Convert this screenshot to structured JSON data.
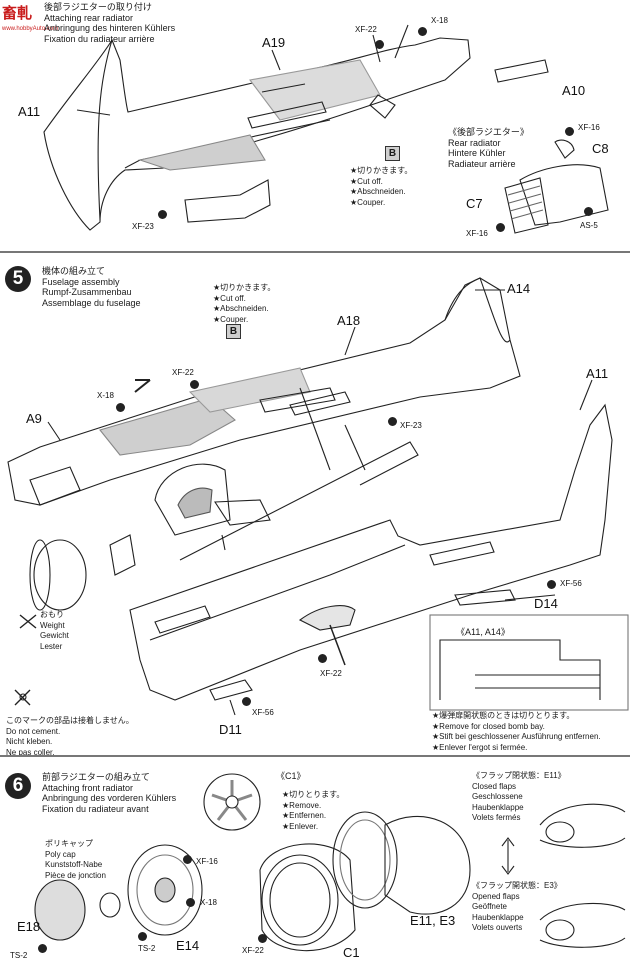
{
  "watermark": {
    "logo": "畜軋",
    "sub": "www.hobbyAuto.com"
  },
  "section_top": {
    "title_lines": [
      "後部ラジエターの取り付け",
      "Attaching rear radiator",
      "Anbringung des hinteren Kühlers",
      "Fixation du radiateur arrière"
    ],
    "parts": [
      "A19",
      "A10",
      "A11",
      "C8",
      "C7"
    ],
    "paints": [
      "XF-22",
      "X-18",
      "XF-23",
      "XF-16",
      "XF-16",
      "AS-5"
    ],
    "cut_box": "B",
    "cut_lines": [
      "★切りかきます。",
      "★Cut off.",
      "★Abschneiden.",
      "★Couper."
    ],
    "sub_title_lines": [
      "《後部ラジエター》",
      "Rear radiator",
      "Hintere Kühler",
      "Radiateur arrière"
    ]
  },
  "step5": {
    "number": "5",
    "title_lines": [
      "機体の組み立て",
      "Fuselage assembly",
      "Rumpf-Zusammenbau",
      "Assemblage du fuselage"
    ],
    "cut_lines": [
      "★切りかきます。",
      "★Cut off.",
      "★Abschneiden.",
      "★Couper."
    ],
    "cut_box": "B",
    "parts": [
      "A14",
      "A18",
      "A11",
      "A9",
      "D14",
      "D11"
    ],
    "paints": [
      "XF-22",
      "X-18",
      "XF-23",
      "XF-56",
      "XF-22",
      "XF-56"
    ],
    "weight_lines": [
      "おもり",
      "Weight",
      "Gewicht",
      "Lester"
    ],
    "nocement_lines": [
      "このマークの部品は接着しません。",
      "Do not cement.",
      "Nicht kleben.",
      "Ne pas coller."
    ],
    "inset_title": "《A11, A14》",
    "bombbay_lines": [
      "★爆弾扉開状態のときは切りとります。",
      "★Remove for closed bomb bay.",
      "★Stift bei geschlossener Ausführung entfernen.",
      "★Enlever l'ergot si fermée."
    ]
  },
  "step6": {
    "number": "6",
    "title_lines": [
      "前部ラジエターの組み立て",
      "Attaching front radiator",
      "Anbringung des vorderen Kühlers",
      "Fixation du radiateur avant"
    ],
    "polycap_lines": [
      "ポリキャップ",
      "Poly cap",
      "Kunststoff-Nabe",
      "Pièce de jonction"
    ],
    "c1_title": "《C1》",
    "c1_lines": [
      "★切りとります。",
      "★Remove.",
      "★Entfernen.",
      "★Enlever."
    ],
    "flaps_closed_lines": [
      "《フラップ閉状態：E11》",
      "Closed flaps",
      "Geschlossene",
      "Haubenklappe",
      "Volets fermés"
    ],
    "flaps_open_lines": [
      "《フラップ開状態：E3》",
      "Opened flaps",
      "Geöffnete",
      "Haubenklappe",
      "Volets ouverts"
    ],
    "parts": [
      "E18",
      "E14",
      "C1",
      "E11, E3"
    ],
    "paints": [
      "XF-16",
      "X-18",
      "TS-2",
      "TS-2",
      "XF-22"
    ]
  }
}
